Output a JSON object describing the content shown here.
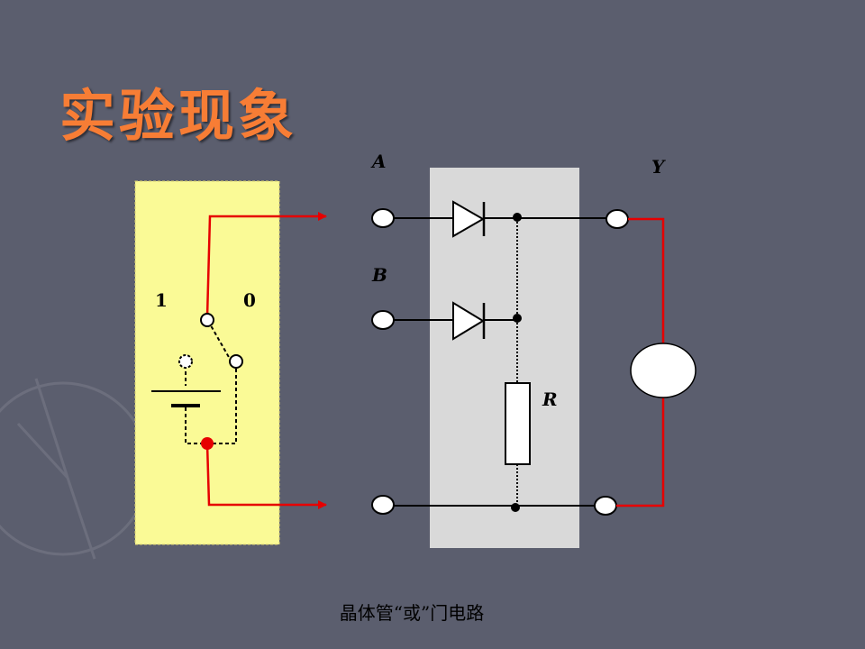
{
  "slide": {
    "title": "实验现象",
    "footer": "晶体管“或”门电路"
  },
  "diagram": {
    "input_a_label": "A",
    "input_b_label": "B",
    "output_label": "Y",
    "resistor_label": "R",
    "switch_label_one": "1",
    "switch_label_zero": "0"
  },
  "colors": {
    "background": "#5b5e6e",
    "title": "#f77d35",
    "switch_panel": "#fafa96",
    "circuit_panel": "#d9d9d9",
    "wire_active": "#e60000",
    "wire_normal": "#000000"
  }
}
